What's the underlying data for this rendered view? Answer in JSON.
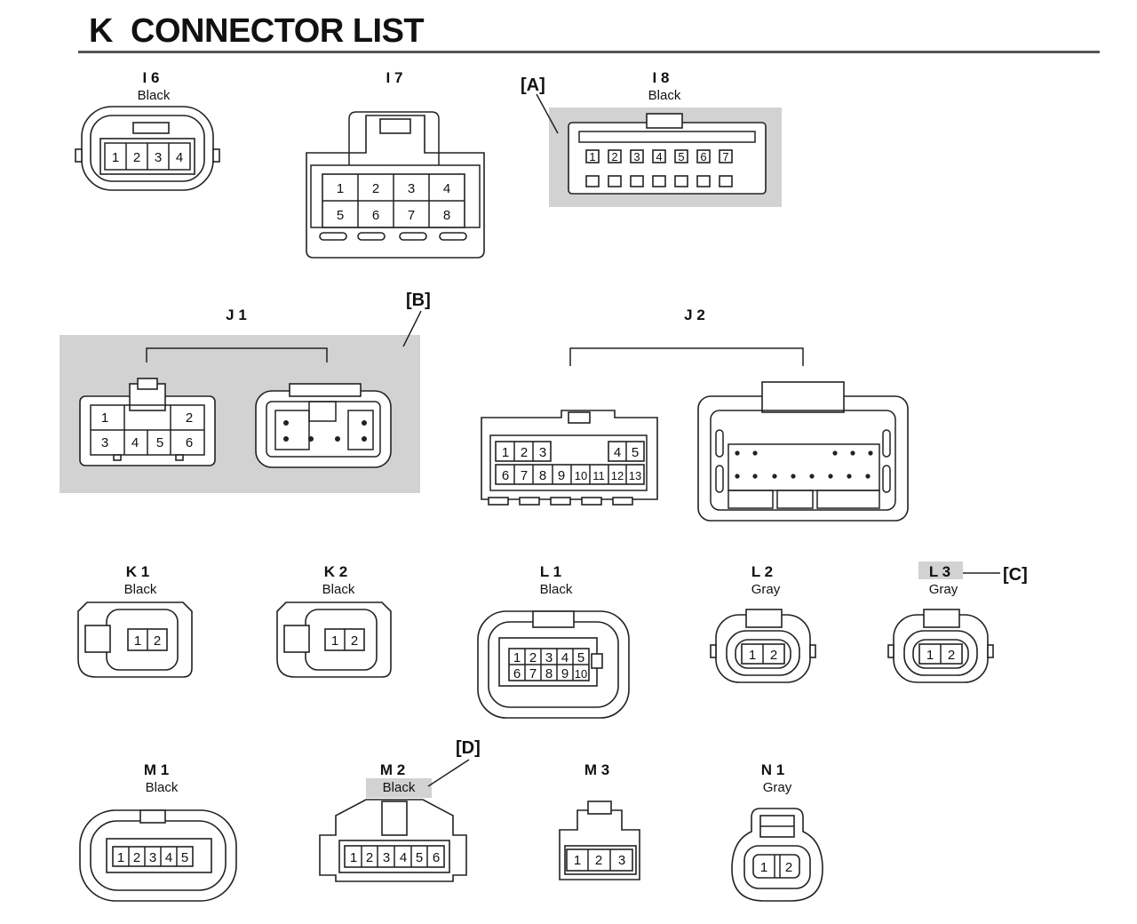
{
  "page": {
    "title": "K  CONNECTOR LIST"
  },
  "connectors": [
    {
      "id": "I6",
      "code": "I 6",
      "color": "Black",
      "pins": [
        "1",
        "2",
        "3",
        "4"
      ]
    },
    {
      "id": "I7",
      "code": "I 7",
      "color": "",
      "pins": [
        "1",
        "2",
        "3",
        "4",
        "5",
        "6",
        "7",
        "8"
      ]
    },
    {
      "id": "I8",
      "code": "I 8",
      "color": "Black",
      "pins": [
        "1",
        "2",
        "3",
        "4",
        "5",
        "6",
        "7"
      ]
    },
    {
      "id": "J1",
      "code": "J 1",
      "color": "",
      "pins": [
        "1",
        "2",
        "3",
        "4",
        "5",
        "6"
      ]
    },
    {
      "id": "J2",
      "code": "J 2",
      "color": "",
      "pins": [
        "1",
        "2",
        "3",
        "4",
        "5",
        "6",
        "7",
        "8",
        "9",
        "10",
        "11",
        "12",
        "13"
      ]
    },
    {
      "id": "K1",
      "code": "K 1",
      "color": "Black",
      "pins": [
        "1",
        "2"
      ]
    },
    {
      "id": "K2",
      "code": "K 2",
      "color": "Black",
      "pins": [
        "1",
        "2"
      ]
    },
    {
      "id": "L1",
      "code": "L 1",
      "color": "Black",
      "pins": [
        "1",
        "2",
        "3",
        "4",
        "5",
        "6",
        "7",
        "8",
        "9",
        "10"
      ]
    },
    {
      "id": "L2",
      "code": "L 2",
      "color": "Gray",
      "pins": [
        "1",
        "2"
      ]
    },
    {
      "id": "L3",
      "code": "L 3",
      "color": "Gray",
      "pins": [
        "1",
        "2"
      ]
    },
    {
      "id": "M1",
      "code": "M 1",
      "color": "Black",
      "pins": [
        "1",
        "2",
        "3",
        "4",
        "5"
      ]
    },
    {
      "id": "M2",
      "code": "M 2",
      "color": "Black",
      "pins": [
        "1",
        "2",
        "3",
        "4",
        "5",
        "6"
      ]
    },
    {
      "id": "M3",
      "code": "M 3",
      "color": "",
      "pins": [
        "1",
        "2",
        "3"
      ]
    },
    {
      "id": "N1",
      "code": "N 1",
      "color": "Gray",
      "pins": [
        "1",
        "2"
      ]
    }
  ],
  "callouts": {
    "A": "[A]",
    "B": "[B]",
    "C": "[C]",
    "D": "[D]"
  },
  "style": {
    "highlight_color": "#d2d2d2",
    "line_color": "#222222"
  }
}
